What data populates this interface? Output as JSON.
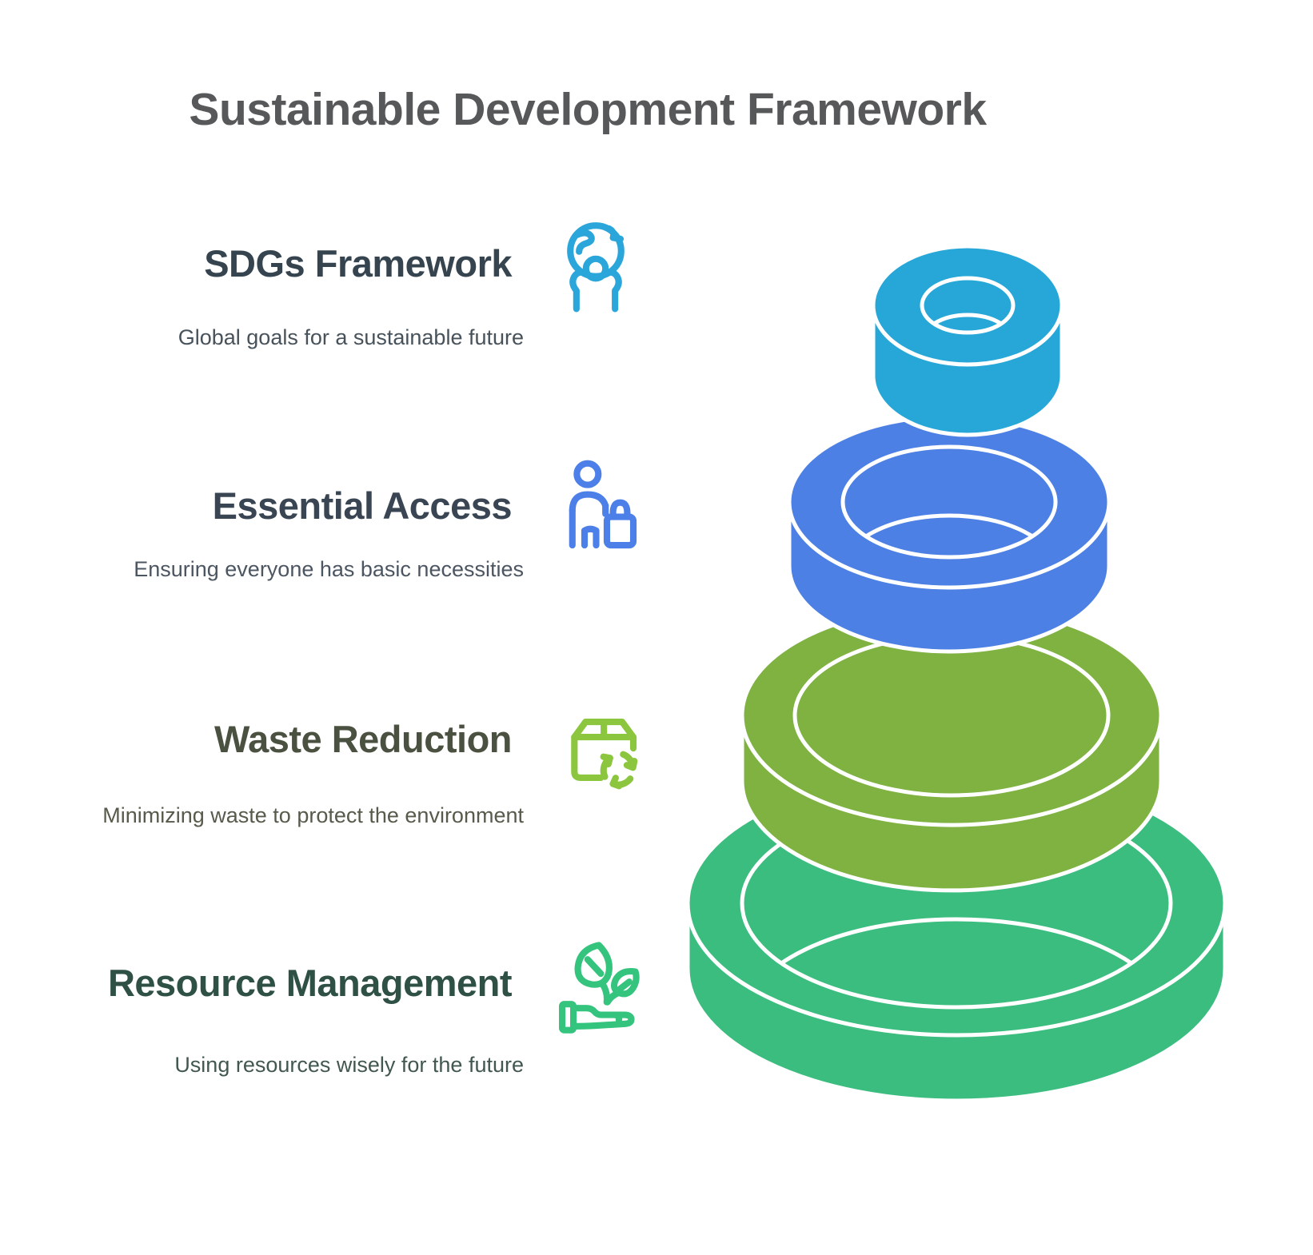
{
  "title": {
    "text": "Sustainable Development Framework",
    "color": "#57585A"
  },
  "sections": [
    {
      "id": "sdgs-framework",
      "title": "SDGs Framework",
      "description": "Global goals for a sustainable future",
      "heading_color": "#35444E",
      "description_color": "#47525B",
      "icon": "globe-in-hands-icon",
      "icon_color": "#2BA6DB",
      "ring_color": "#27A7D8",
      "ring_position_top_to_bottom": 1
    },
    {
      "id": "essential-access",
      "title": "Essential Access",
      "description": "Ensuring everyone has basic necessities",
      "heading_color": "#3A4553",
      "description_color": "#4C5662",
      "icon": "person-shopping-bag-icon",
      "icon_color": "#4C7FE8",
      "ring_color": "#4D80E4",
      "ring_position_top_to_bottom": 2
    },
    {
      "id": "waste-reduction",
      "title": "Waste Reduction",
      "description": "Minimizing waste to protect the environment",
      "heading_color": "#4A5140",
      "description_color": "#565B4B",
      "icon": "box-recycle-icon",
      "icon_color": "#8CC63E",
      "ring_color": "#7FB241",
      "ring_position_top_to_bottom": 3
    },
    {
      "id": "resource-management",
      "title": "Resource Management",
      "description": "Using resources wisely for the future",
      "heading_color": "#2F5145",
      "description_color": "#42584F",
      "icon": "hand-plant-icon",
      "icon_color": "#35C47D",
      "ring_color": "#3CBD80",
      "ring_position_top_to_bottom": 4
    }
  ],
  "diagram": {
    "type": "stacked-3d-rings-funnel",
    "levels_top_to_bottom": [
      "SDGs Framework",
      "Essential Access",
      "Waste Reduction",
      "Resource Management"
    ],
    "background": "#FFFFFF",
    "separator_color": "#FFFFFF"
  }
}
